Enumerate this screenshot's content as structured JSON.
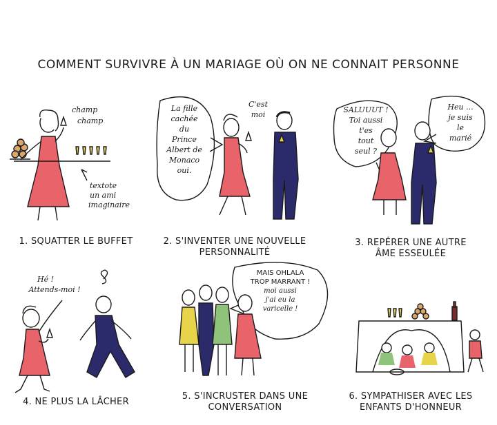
{
  "title": "COMMENT SURVIVRE À UN MARIAGE OÙ ON NE CONNAIT PERSONNE",
  "panels": [
    {
      "caption": "1. SQUATTER LE BUFFET",
      "texts": [
        "champ",
        "champ",
        "textote",
        "un ami",
        "imaginaire"
      ]
    },
    {
      "caption_lines": [
        "2. S'INVENTER UNE NOUVELLE",
        "PERSONNALITÉ"
      ],
      "bubble_left": [
        "La fille",
        "cachée",
        "du",
        "Prince",
        "Albert de",
        "Monaco",
        "oui."
      ],
      "bubble_right": [
        "C'est",
        "moi"
      ]
    },
    {
      "caption_lines": [
        "3. REPÉRER UNE AUTRE",
        "ÂME ESSEULÉE"
      ],
      "bubble_left": [
        "SALUUUT !",
        "Toi aussi",
        "t'es",
        "tout",
        "seul ?"
      ],
      "bubble_right": [
        "Heu ...",
        "je suis",
        "le",
        "marié"
      ]
    },
    {
      "caption": "4. NE PLUS LA LÂCHER",
      "bubble": [
        "Hé !",
        "Attends-moi !"
      ]
    },
    {
      "caption_lines": [
        "5. S'INCRUSTER DANS UNE",
        "CONVERSATION"
      ],
      "bubble": [
        "MAIS OHLALA",
        "TROP MARRANT !",
        "moi aussi",
        "j'ai eu la",
        "varicelle !"
      ]
    },
    {
      "caption_lines": [
        "6. SYMPATHISER AVEC LES",
        "ENFANTS D'HONNEUR"
      ]
    }
  ],
  "colors": {
    "dress": "#e8646a",
    "suit": "#2b2a6b",
    "ink": "#1a1a1a",
    "yellow": "#e7d44a",
    "green": "#8fc27a",
    "table": "#ffffff"
  }
}
